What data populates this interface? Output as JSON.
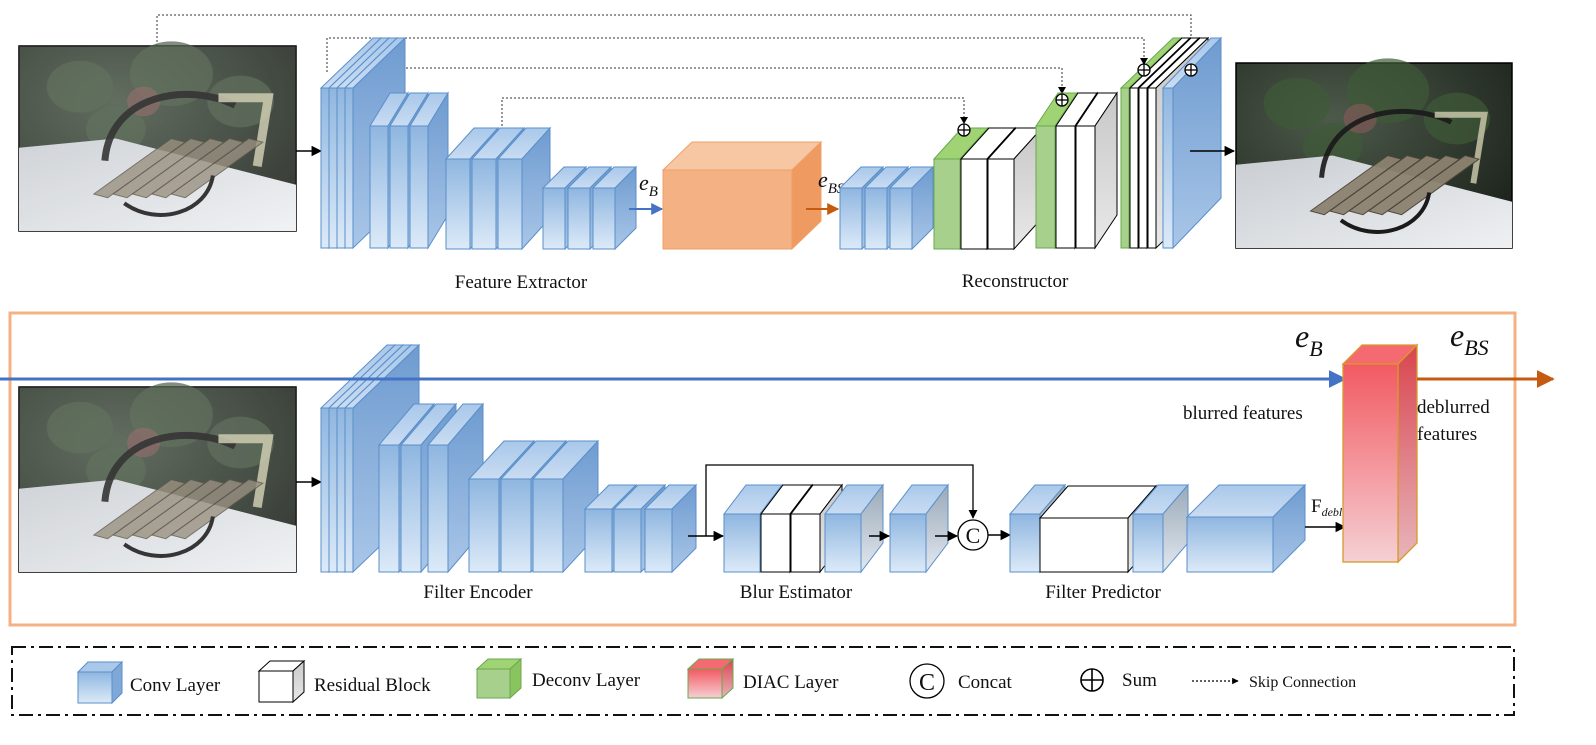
{
  "top": {
    "feature_extractor": "Feature Extractor",
    "reconstructor": "Reconstructor",
    "e_b": {
      "main": "e",
      "sub": "B"
    },
    "e_bs": {
      "main": "e",
      "sub": "BS"
    }
  },
  "bottom": {
    "filter_encoder": "Filter Encoder",
    "blur_estimator": "Blur Estimator",
    "filter_predictor": "Filter Predictor",
    "blurred_features": "blurred features",
    "deblurred_line1": "deblurred",
    "deblurred_line2": "features",
    "f_deblur": {
      "main": "F",
      "sub": "deblur"
    },
    "concat_symbol": "C",
    "e_b": {
      "main": "e",
      "sub": "B"
    },
    "e_bs": {
      "main": "e",
      "sub": "BS"
    }
  },
  "legend": {
    "conv": "Conv Layer",
    "residual": "Residual Block",
    "deconv": "Deconv Layer",
    "diac": "DIAC Layer",
    "concat": "Concat",
    "concat_symbol": "C",
    "sum": "Sum",
    "skip": "Skip Connection"
  },
  "colors": {
    "conv_fill": "#b9d3ef",
    "conv_stroke": "#5a8fc9",
    "deconv_fill": "#9fd374",
    "diac_fill": "#f2a3a8",
    "bottleneck": "#f4b183",
    "blue_arrow": "#4472c4",
    "orange_arrow": "#c55a11",
    "box_border": "#f4b183"
  }
}
